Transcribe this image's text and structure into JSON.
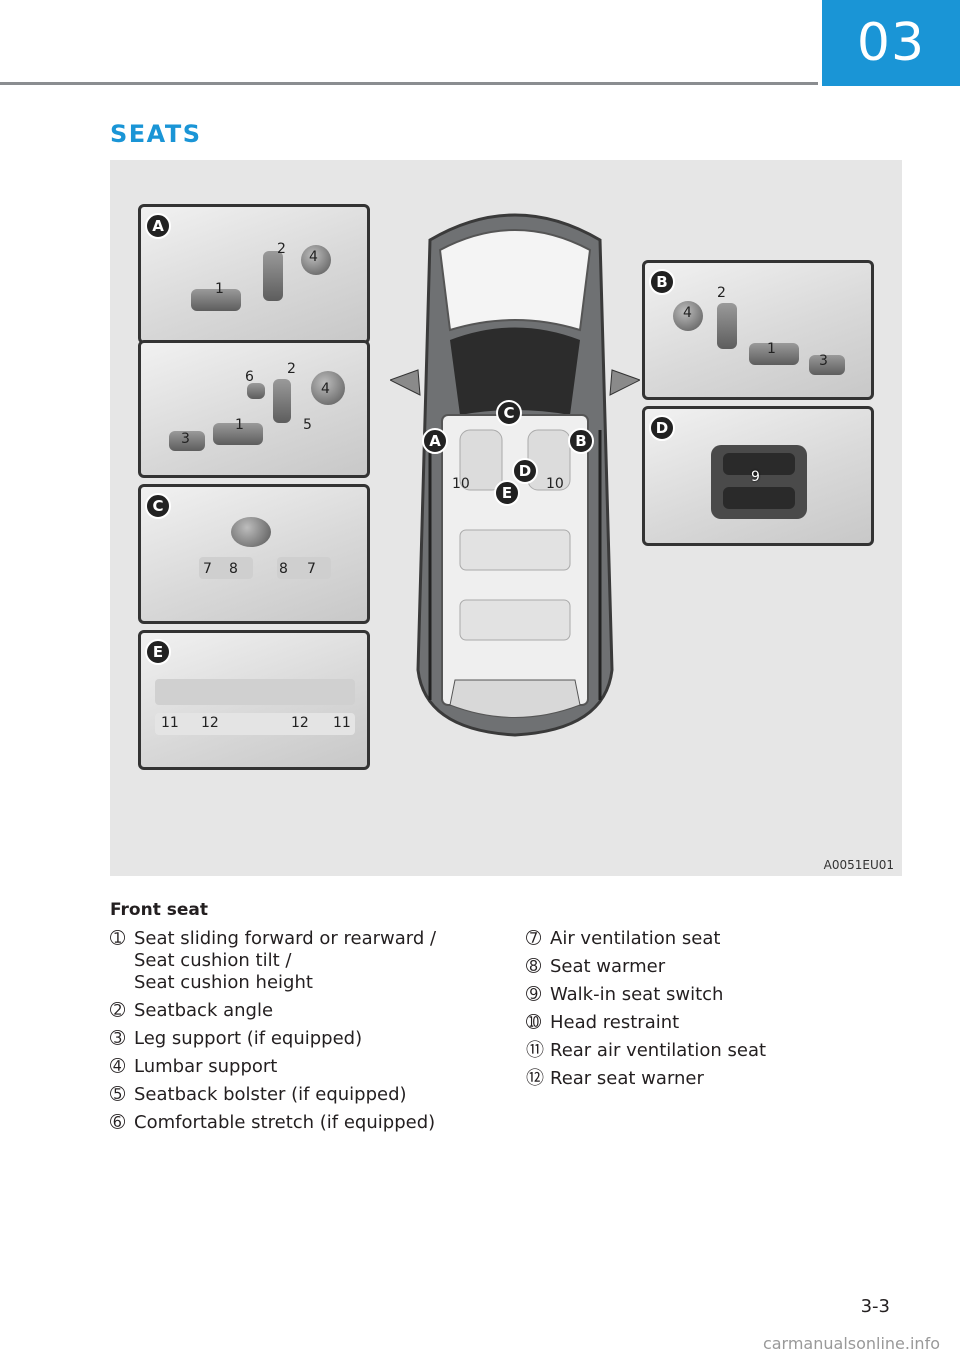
{
  "chapter": "03",
  "section_title": "SEATS",
  "figure": {
    "code": "A0051EU01",
    "center_labels": [
      "A",
      "B",
      "C",
      "D",
      "E"
    ],
    "center_numbers": [
      "10",
      "10"
    ],
    "inset_A_top": {
      "letter": "A",
      "numbers": [
        "1",
        "2",
        "4"
      ]
    },
    "inset_A_bottom": {
      "numbers": [
        "6",
        "2",
        "4",
        "5",
        "3",
        "1"
      ]
    },
    "inset_B": {
      "letter": "B",
      "numbers": [
        "4",
        "2",
        "1",
        "3"
      ]
    },
    "inset_C": {
      "letter": "C",
      "numbers": [
        "7",
        "8",
        "8",
        "7"
      ]
    },
    "inset_D": {
      "letter": "D",
      "numbers": [
        "9"
      ]
    },
    "inset_E": {
      "letter": "E",
      "numbers": [
        "11",
        "12",
        "12",
        "11"
      ]
    }
  },
  "front_seat": {
    "heading": "Front seat",
    "left_items": [
      {
        "marker": "➀",
        "lines": [
          "Seat sliding forward or rearward /",
          "Seat cushion tilt /",
          "Seat cushion height"
        ]
      },
      {
        "marker": "➁",
        "lines": [
          "Seatback angle"
        ]
      },
      {
        "marker": "➂",
        "lines": [
          "Leg support (if equipped)"
        ]
      },
      {
        "marker": "➃",
        "lines": [
          "Lumbar support"
        ]
      },
      {
        "marker": "➄",
        "lines": [
          "Seatback bolster (if equipped)"
        ]
      },
      {
        "marker": "➅",
        "lines": [
          "Comfortable stretch (if equipped)"
        ]
      }
    ],
    "right_items": [
      {
        "marker": "➆",
        "lines": [
          "Air ventilation seat"
        ]
      },
      {
        "marker": "➇",
        "lines": [
          "Seat warmer"
        ]
      },
      {
        "marker": "➈",
        "lines": [
          "Walk-in seat switch"
        ]
      },
      {
        "marker": "➉",
        "lines": [
          "Head restraint"
        ]
      },
      {
        "marker": "⑪",
        "lines": [
          "Rear air ventilation seat"
        ]
      },
      {
        "marker": "⑫",
        "lines": [
          "Rear seat warner"
        ]
      }
    ]
  },
  "page_number": "3-3",
  "watermark": "carmanualsonline.info"
}
